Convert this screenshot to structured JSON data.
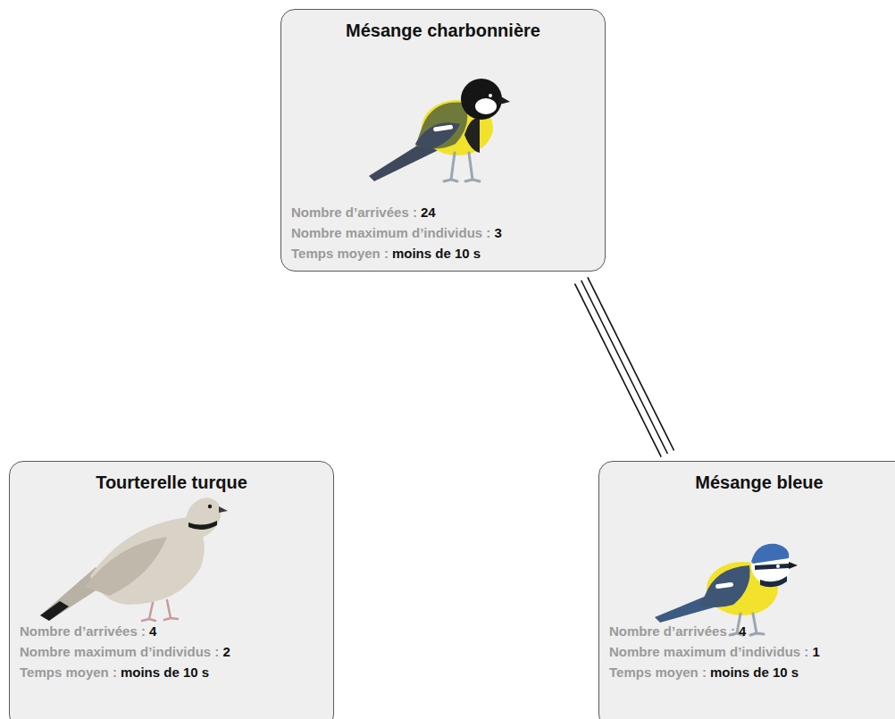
{
  "diagram": {
    "nodes": [
      {
        "text": [
          "Mésange charbonnière",
          "Nombre d’arrivées :",
          "24",
          "Nombre maximum d’individus :",
          "3",
          "Temps moyen :",
          "moins de 10 s"
        ]
      },
      {
        "text": [
          "Tourterelle turque",
          "Nombre d’arrivées :",
          "4",
          "Nombre maximum d’individus :",
          "2",
          "Temps moyen :",
          "moins de 10 s"
        ]
      },
      {
        "text": [
          "Mésange bleue",
          "Nombre d’arrivées :",
          "4",
          "Nombre maximum d’individus :",
          "1",
          "Temps moyen :",
          "moins de 10 s"
        ]
      }
    ],
    "edges": [
      {
        "from": 0,
        "to": 2,
        "arrow": "none"
      }
    ]
  }
}
